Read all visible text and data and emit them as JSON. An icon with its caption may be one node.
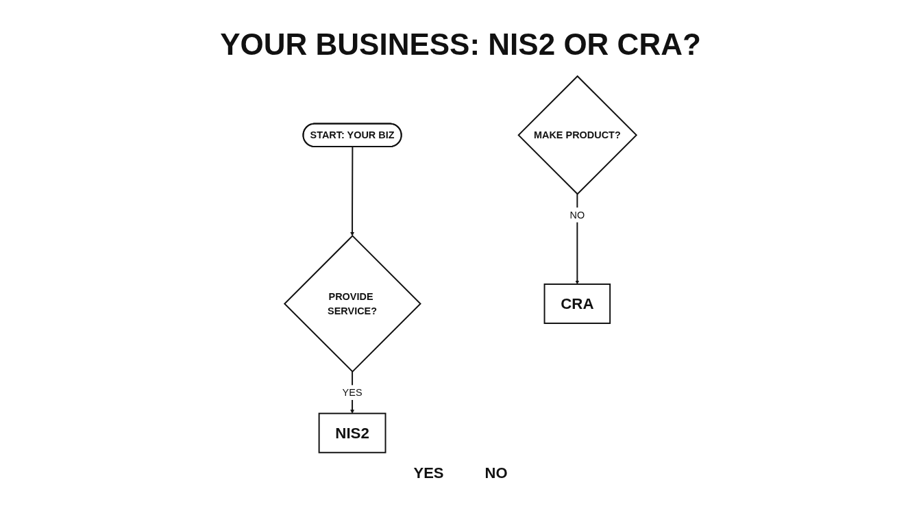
{
  "diagram": {
    "title": "YOUR BUSINESS: NIS2 OR CRA?",
    "nodes": [
      {
        "text": [
          "START: YOUR BIZ"
        ]
      },
      {
        "text": [
          "PROVIDE SERVICE?"
        ]
      },
      {
        "text": [
          "MAKE PRODUCT?"
        ]
      },
      {
        "text": [
          "NIS2"
        ]
      },
      {
        "text": [
          "CRA"
        ]
      }
    ],
    "edges": [
      {
        "from": 0,
        "to": 1,
        "arrow": "to"
      },
      {
        "from": 1,
        "to": 3,
        "arrow": "to",
        "label": "YES"
      },
      {
        "from": 2,
        "to": 4,
        "arrow": "to",
        "label": "NO"
      }
    ],
    "labels": [
      "YES",
      "NO"
    ]
  }
}
